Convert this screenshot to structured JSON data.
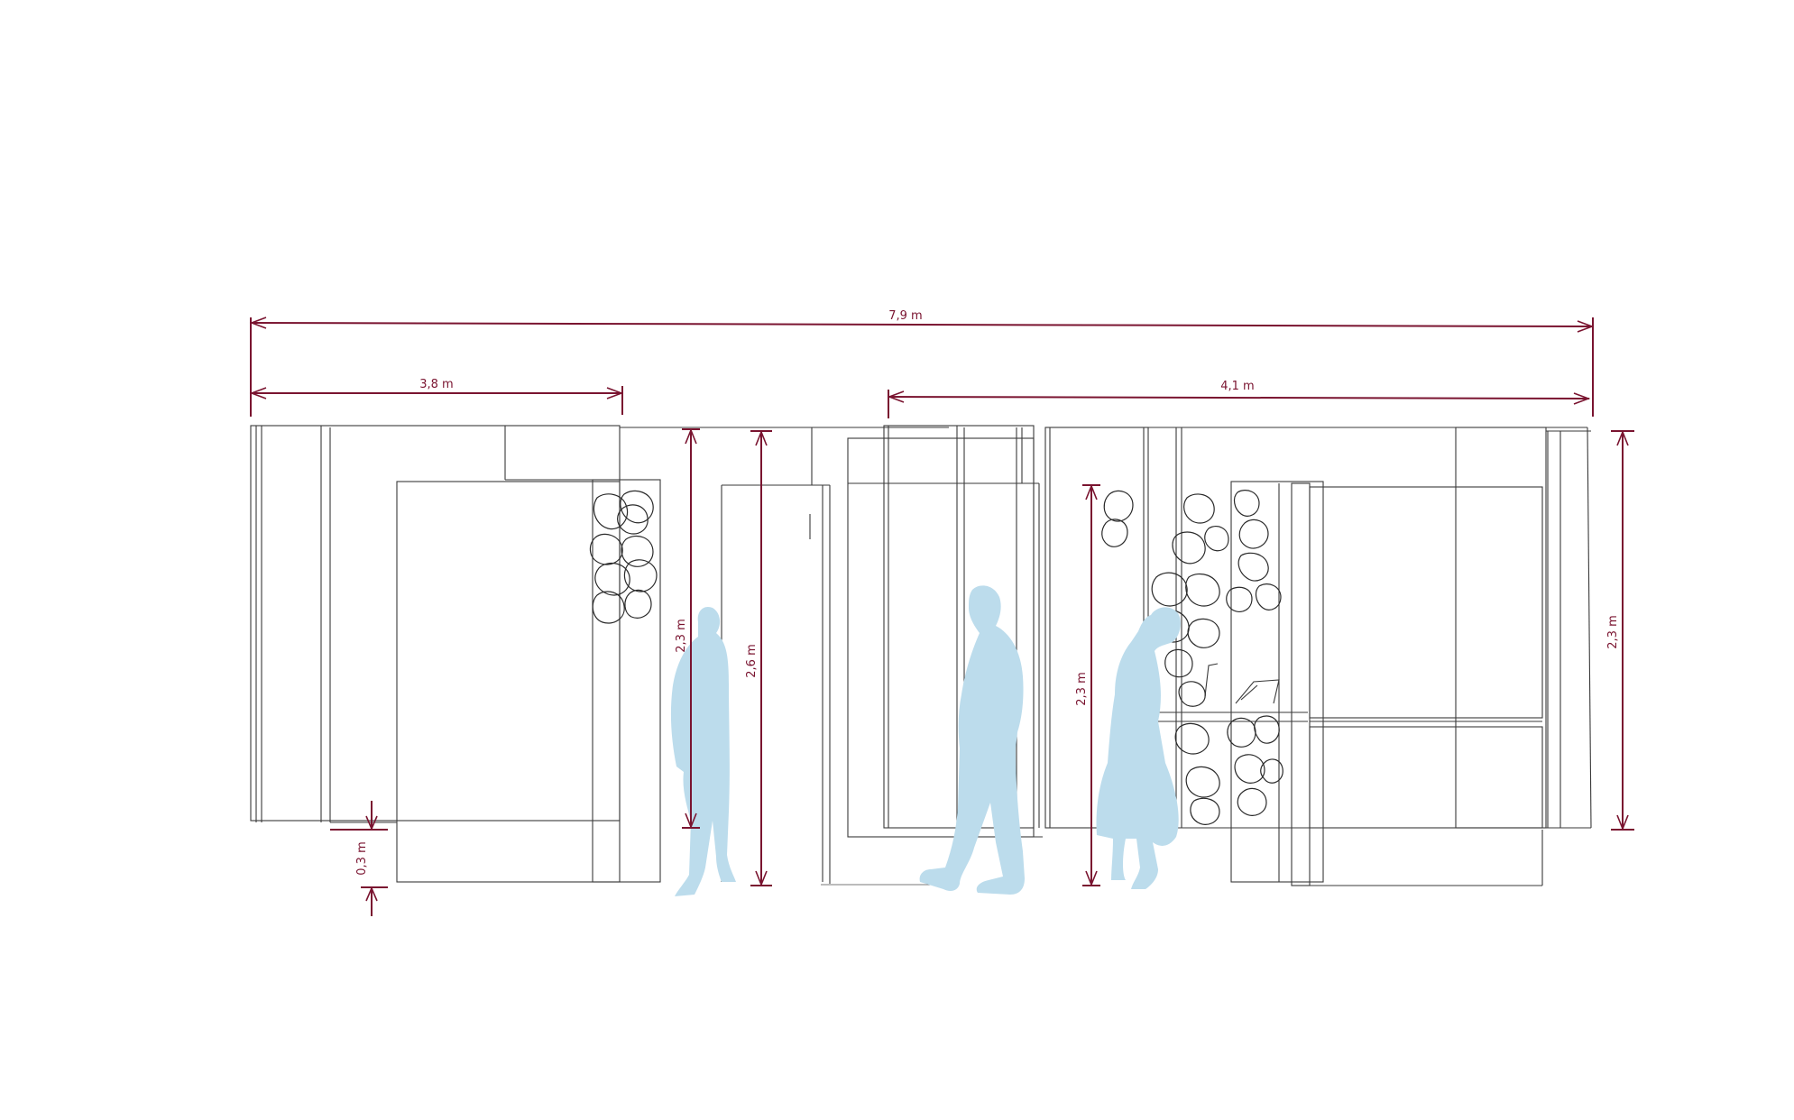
{
  "dimensions": {
    "overall_width": "7,9 m",
    "left_module_width": "3,8 m",
    "right_module_width": "4,1 m",
    "left_panel_height": "2,3 m",
    "door_height": "2,6 m",
    "center_panel_height": "2,3 m",
    "right_panel_height": "2,3 m",
    "floor_clearance": "0,3 m"
  },
  "colors": {
    "dimension": "#7a1430",
    "linework": "#3a3a3a",
    "human_silhouette": "#bcdcec"
  }
}
